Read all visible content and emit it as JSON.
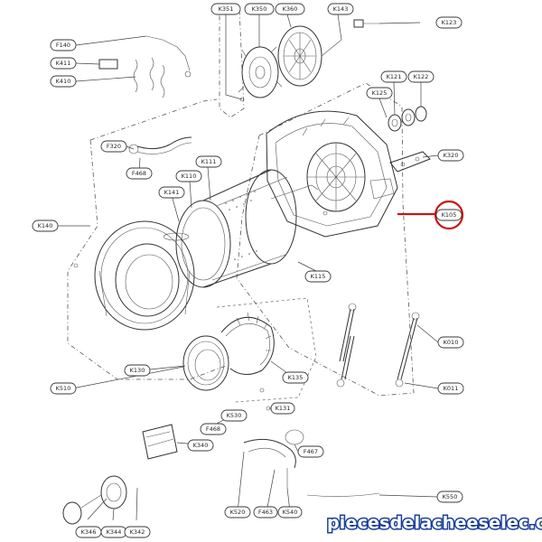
{
  "labels": {
    "K351": "K351",
    "K350": "K350",
    "K360": "K360",
    "K143": "K143",
    "K123": "K123",
    "F140": "F140",
    "K411": "K411",
    "K410": "K410",
    "K121": "K121",
    "K125": "K125",
    "K122": "K122",
    "F320": "F320",
    "F468a": "F468",
    "K111": "K111",
    "K110": "K110",
    "K141": "K141",
    "K320": "K320",
    "K105": "K105",
    "K140": "K140",
    "K115": "K115",
    "K010": "K010",
    "K011": "K011",
    "K130": "K130",
    "K135": "K135",
    "K510": "K510",
    "K131": "K131",
    "K530": "K530",
    "F468b": "F468",
    "K340": "K340",
    "F467": "F467",
    "K346": "K346",
    "K344": "K344",
    "K342": "K342",
    "K520": "K520",
    "F463": "F463",
    "K540": "K540",
    "K550": "K550"
  },
  "highlight": {
    "label": "K105",
    "color": "#c81414"
  },
  "watermark": {
    "text": "piecesdelacheeselec.com",
    "stroke_color": "#1b3f9a",
    "fill_color": "#ffffff"
  }
}
